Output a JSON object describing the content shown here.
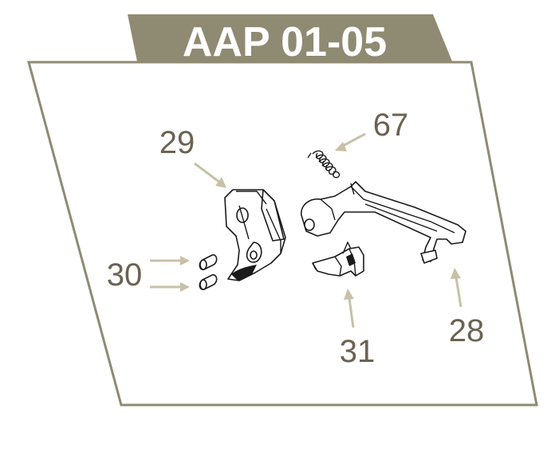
{
  "diagram": {
    "title": "AAP 01-05",
    "colors": {
      "banner": "#8f8a72",
      "frame": "#8f8a72",
      "callout_text": "#6b6252",
      "arrow": "#c8c1a8"
    },
    "callouts": [
      {
        "id": "29",
        "label": "29"
      },
      {
        "id": "67",
        "label": "67"
      },
      {
        "id": "30",
        "label": "30"
      },
      {
        "id": "31",
        "label": "31"
      },
      {
        "id": "28",
        "label": "28"
      }
    ]
  }
}
